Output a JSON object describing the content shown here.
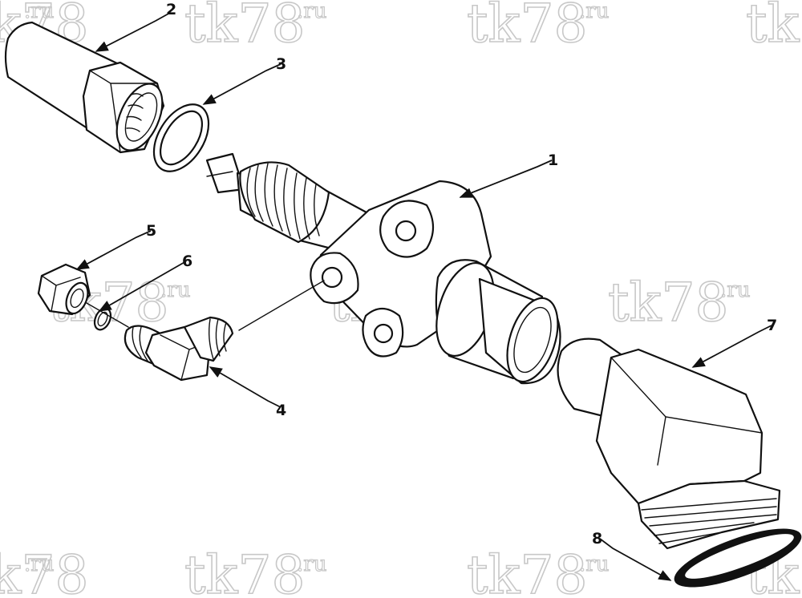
{
  "diagram": {
    "watermark": {
      "main": "tk78",
      "suffix": ".ru"
    },
    "callouts": [
      {
        "id": "1",
        "label": "1"
      },
      {
        "id": "2",
        "label": "2"
      },
      {
        "id": "3",
        "label": "3"
      },
      {
        "id": "4",
        "label": "4"
      },
      {
        "id": "5",
        "label": "5"
      },
      {
        "id": "6",
        "label": "6"
      },
      {
        "id": "7",
        "label": "7"
      },
      {
        "id": "8",
        "label": "8"
      }
    ]
  }
}
